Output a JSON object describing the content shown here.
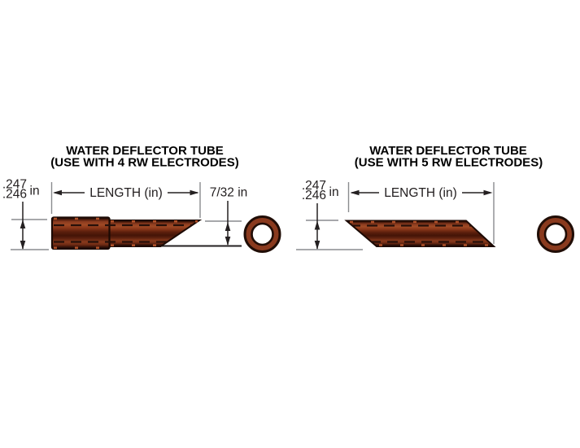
{
  "document": {
    "background": "#ffffff"
  },
  "diagrams": [
    {
      "title_line1": "WATER DEFLECTOR TUBE",
      "title_line2": "(USE WITH 4 RW ELECTRODES)",
      "diameter_dim": {
        "max": ".247",
        "min": ".246",
        "unit": "in"
      },
      "length_dim": {
        "label": "LENGTH (in)"
      },
      "tip_dim": {
        "label": "7/32 in"
      }
    },
    {
      "title_line1": "WATER DEFLECTOR TUBE",
      "title_line2": "(USE WITH 5 RW ELECTRODES)",
      "diameter_dim": {
        "max": ".247",
        "min": ".246",
        "unit": "in"
      },
      "length_dim": {
        "label": "LENGTH (in)"
      }
    }
  ],
  "colors": {
    "background": "#ffffff",
    "ink": "#242021",
    "extension-line": "#8a8c8f",
    "copper-light": "#a04a25",
    "copper-mid": "#8a3a1e",
    "copper-dark": "#441407",
    "copper-edge": "#1c0a04",
    "copper-tick": "#b0512a"
  }
}
